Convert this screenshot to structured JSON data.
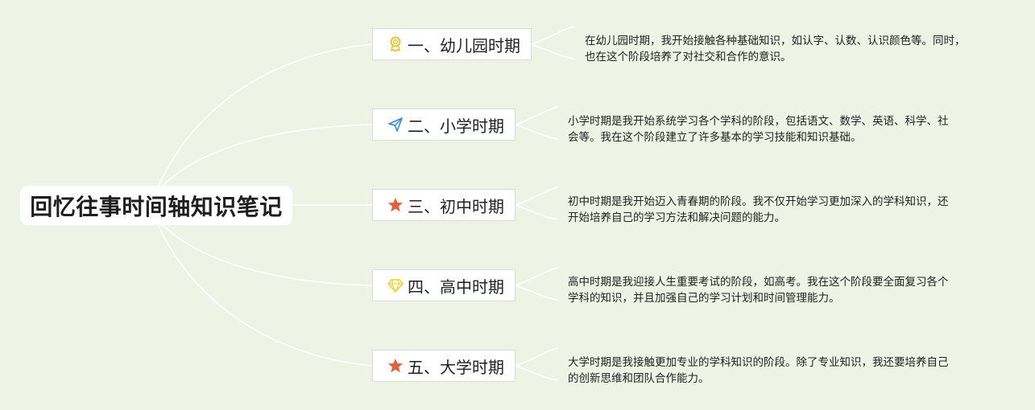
{
  "root": {
    "title": "回忆往事时间轴知识笔记"
  },
  "branches": [
    {
      "label": "一、幼儿园时期",
      "icon": "medal-icon",
      "icon_color": "#e8c33a",
      "desc_lines": [
        "在幼儿园时期，我开始接触各种基础知识，如认字、认数、认识颜色等。同时，",
        "也在这个阶段培养了对社交和合作的意识。"
      ]
    },
    {
      "label": "二、小学时期",
      "icon": "paper-plane-icon",
      "icon_color": "#3a8fd8",
      "desc_lines": [
        "小学时期是我开始系统学习各个学科的阶段，包括语文、数学、英语、科学、社",
        "会等。我在这个阶段建立了许多基本的学习技能和知识基础。"
      ]
    },
    {
      "label": "三、初中时期",
      "icon": "star-icon",
      "icon_color": "#e2603a",
      "desc_lines": [
        "初中时期是我开始迈入青春期的阶段。我不仅开始学习更加深入的学科知识，还",
        "开始培养自己的学习方法和解决问题的能力。"
      ]
    },
    {
      "label": "四、高中时期",
      "icon": "diamond-icon",
      "icon_color": "#f2d43a",
      "desc_lines": [
        "高中时期是我迎接人生重要考试的阶段，如高考。我在这个阶段要全面复习各个",
        "学科的知识，并且加强自己的学习计划和时间管理能力。"
      ]
    },
    {
      "label": "五、大学时期",
      "icon": "star-icon",
      "icon_color": "#e2603a",
      "desc_lines": [
        "大学时期是我接触更加专业的学科知识的阶段。除了专业知识，我还要培养自己",
        "的创新思维和团队合作能力。"
      ]
    }
  ],
  "colors": {
    "background": "#eef3e6",
    "connector": "#ffffff"
  }
}
